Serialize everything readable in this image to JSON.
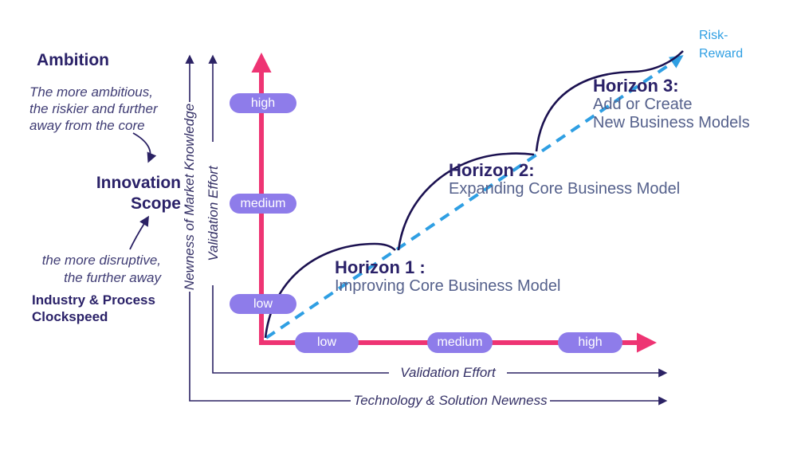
{
  "title": "Innovation Horizons diagram",
  "colors": {
    "pink_axis": "#ee3473",
    "pill_purple": "#8e7cea",
    "dashed_blue": "#2f9fe3",
    "navy_heading": "#2a2168",
    "arc_navy": "#1b1150",
    "thin_line_navy": "#2b2264",
    "subtitle_slate": "#55618c"
  },
  "left": {
    "ambition_title": "Ambition",
    "ambition_desc": [
      "The more ambitious,",
      "the riskier and further",
      "away from the core"
    ],
    "scope_title": [
      "Innovation",
      "Scope"
    ],
    "disruptive_note": [
      "the more disruptive,",
      "the further away"
    ],
    "clockspeed": [
      "Industry & Process",
      "Clockspeed"
    ]
  },
  "axes": {
    "vertical_outer_label": "Newness of Market Knowledge",
    "vertical_inner_label": "Validation Effort",
    "horizontal_inner_label": "Validation Effort",
    "horizontal_outer_label": "Technology & Solution Newness",
    "y_pills": [
      "high",
      "medium",
      "low"
    ],
    "x_pills": [
      "low",
      "medium",
      "high"
    ]
  },
  "horizons": [
    {
      "title": "Horizon 1 :",
      "line1": "Improving Core Business Model",
      "line2": ""
    },
    {
      "title": "Horizon 2:",
      "line1": "Expanding Core Business Model",
      "line2": ""
    },
    {
      "title": "Horizon 3:",
      "line1": "Add or Create",
      "line2": "New Business Models"
    }
  ],
  "risk_reward": [
    "Risk-",
    "Reward"
  ]
}
